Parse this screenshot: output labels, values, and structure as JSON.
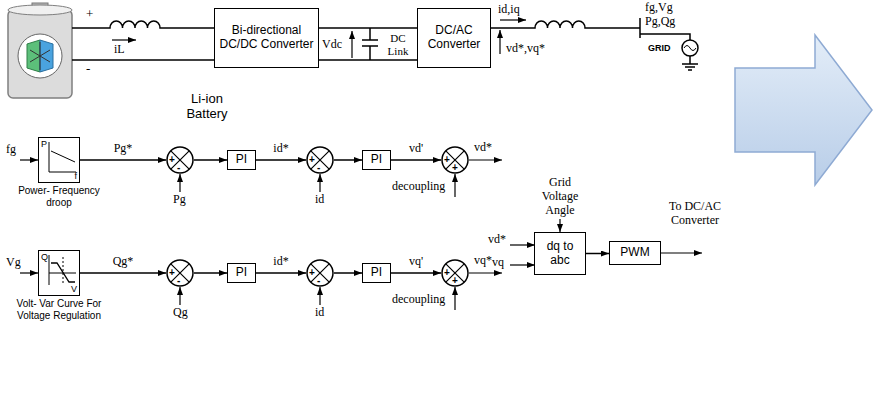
{
  "diagram": {
    "nodes": [
      {
        "text": [
          "Bi-directional DC/DC Converter"
        ]
      },
      {
        "text": [
          "DC/AC Converter"
        ]
      },
      {
        "text": [
          "P",
          "f",
          "Power- Frequency droop"
        ]
      },
      {
        "text": [
          "+",
          "-"
        ]
      },
      {
        "text": [
          "PI"
        ]
      },
      {
        "text": [
          "+",
          "-"
        ]
      },
      {
        "text": [
          "PI"
        ]
      },
      {
        "text": [
          "+",
          "+"
        ]
      },
      {
        "text": [
          "dq to abc"
        ]
      },
      {
        "text": [
          "PWM"
        ]
      },
      {
        "text": [
          "Q",
          "V",
          "Volt- Var Curve For Voltage Regulation"
        ]
      },
      {
        "text": [
          "+",
          "-"
        ]
      },
      {
        "text": [
          "PI"
        ]
      },
      {
        "text": [
          "+",
          "-"
        ]
      },
      {
        "text": [
          "PI"
        ]
      },
      {
        "text": [
          "+",
          "+"
        ]
      }
    ],
    "edges": [
      {
        "from": 0,
        "to": 1,
        "arrow": "none"
      },
      {
        "from": 0,
        "to": 1,
        "arrow": "none"
      },
      {
        "from": 2,
        "to": 3,
        "label": "Pg*",
        "arrow": "to"
      },
      {
        "from": 3,
        "to": 4,
        "arrow": "to"
      },
      {
        "from": 4,
        "to": 5,
        "label": "id*",
        "arrow": "to"
      },
      {
        "from": 5,
        "to": 6,
        "arrow": "to"
      },
      {
        "from": 6,
        "to": 7,
        "label": "vd'",
        "arrow": "to"
      },
      {
        "from": 8,
        "to": 9,
        "arrow": "to"
      },
      {
        "from": 10,
        "to": 11,
        "label": "Qg*",
        "arrow": "to"
      },
      {
        "from": 11,
        "to": 12,
        "arrow": "to"
      },
      {
        "from": 12,
        "to": 13,
        "label": "id*",
        "arrow": "to"
      },
      {
        "from": 13,
        "to": 14,
        "arrow": "to"
      },
      {
        "from": 14,
        "to": 15,
        "label": "vq'",
        "arrow": "to"
      }
    ],
    "labels": [
      "+",
      "-",
      "iL",
      "Vdc",
      "DC Link",
      "id,iq",
      "vd*,vq*",
      "fg,Vg",
      "Pg,Qg",
      "GRID",
      "Li-ion Battery",
      "fg",
      "Pg",
      "id",
      "decoupling",
      "vd*",
      "Vg",
      "Qg",
      "id",
      "decoupling",
      "vq*",
      "Grid Voltage Angle",
      "vd*",
      "vq",
      "To DC/AC Converter"
    ]
  }
}
